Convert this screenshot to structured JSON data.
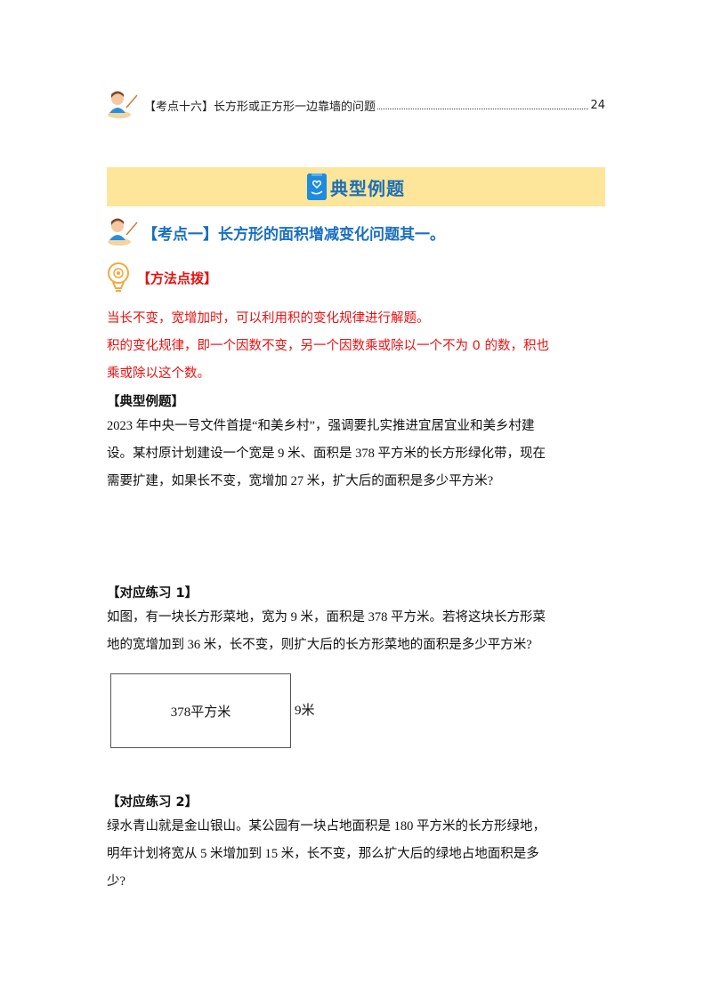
{
  "toc": {
    "label": "【考点十六】长方形或正方形一边靠墙的问题",
    "page": "24"
  },
  "banner": {
    "title": "典型例题",
    "icon": "clipboard-heart-icon"
  },
  "kaodian": {
    "title": "【考点一】长方形的面积增减变化问题其一。"
  },
  "method": {
    "title": "【方法点拨】",
    "lines": [
      "当长不变，宽增加时，可以利用积的变化规律进行解题。",
      "积的变化规律，即一个因数不变，另一个因数乘或除以一个不为 0 的数，积也",
      "乘或除以这个数。"
    ]
  },
  "example": {
    "heading": "【典型例题】",
    "lines": [
      "2023 年中央一号文件首提“和美乡村”，强调要扎实推进宜居宜业和美乡村建",
      "设。某村原计划建设一个宽是 9 米、面积是 378 平方米的长方形绿化带，现在",
      "需要扩建，如果长不变，宽增加 27 米，扩大后的面积是多少平方米?"
    ]
  },
  "practice1": {
    "heading": "【对应练习 1】",
    "lines": [
      "如图，有一块长方形菜地，宽为 9 米，面积是 378 平方米。若将这块长方形菜",
      "地的宽增加到 36 米，长不变，则扩大后的长方形菜地的面积是多少平方米?"
    ],
    "figure": {
      "area_label": "378平方米",
      "side_label": "9米"
    }
  },
  "practice2": {
    "heading": "【对应练习 2】",
    "lines": [
      "绿水青山就是金山银山。某公园有一块占地面积是 180 平方米的长方形绿地，",
      "明年计划将宽从 5 米增加到 15 米，长不变，那么扩大后的绿地占地面积是多",
      "少?"
    ]
  }
}
